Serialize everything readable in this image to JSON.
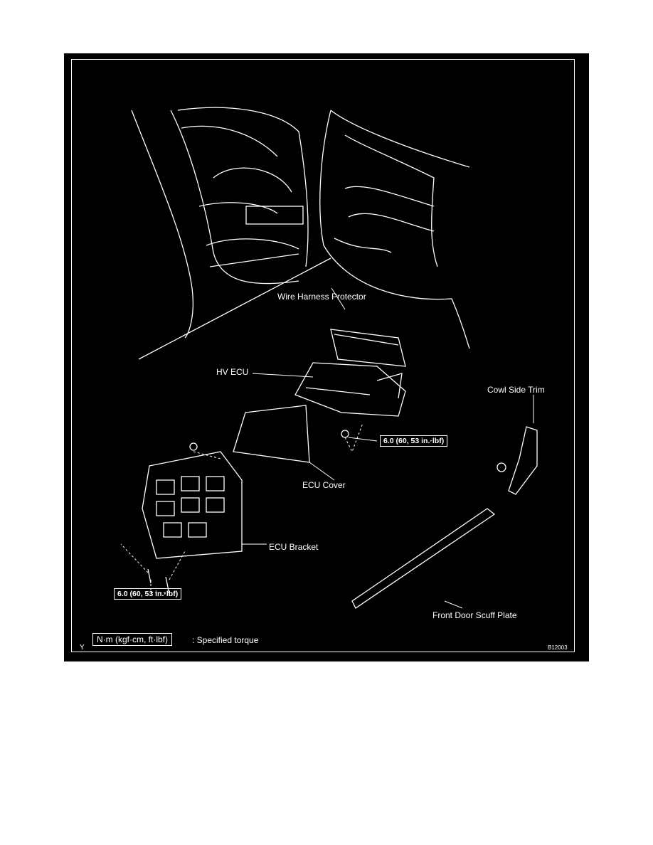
{
  "figure": {
    "labels": {
      "wire_harness_protector": "Wire Harness Protector",
      "hv_ecu": "HV ECU",
      "cowl_side_trim": "Cowl Side Trim",
      "ecu_cover": "ECU Cover",
      "ecu_bracket": "ECU Bracket",
      "front_door_scuff_plate": "Front Door Scuff Plate"
    },
    "torque_specs": {
      "ecu_nut": "6.0 (60, 53 in.·lbf)",
      "bracket_bolts": "6.0 (60, 53 in.·lbf)"
    },
    "legend": {
      "marker": "Y",
      "unit_box": "N·m (kgf·cm, ft·lbf)",
      "description": ": Specified torque"
    },
    "figure_id": "B12003"
  }
}
